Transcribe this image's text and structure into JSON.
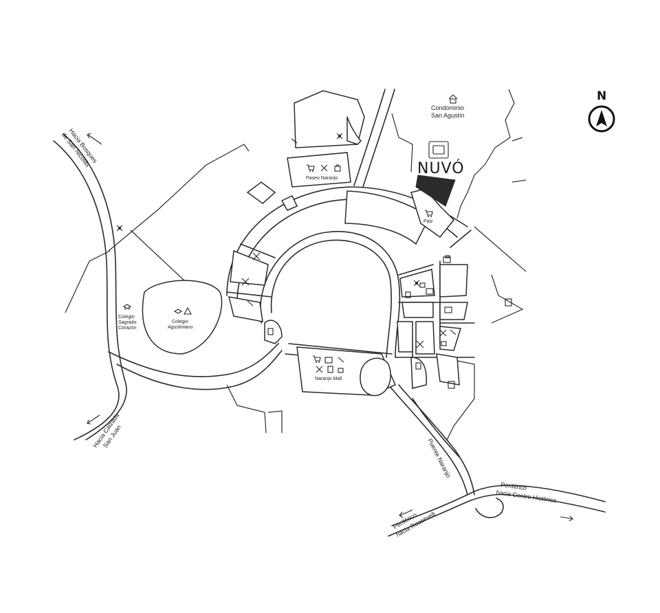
{
  "compass": {
    "label": "N"
  },
  "brand": {
    "name": "NUVÓ"
  },
  "places": {
    "condominio_line1": "Condominio",
    "condominio_line2": "San Agustín",
    "paseo_naranjo": "Paseo Naranjo",
    "paiz": "Paiz",
    "naranjo_mall": "Naranjo Mall",
    "colegio_sagrado_line1": "Colegio",
    "colegio_sagrado_line2": "Sagrado",
    "colegio_sagrado_line3": "Corazón",
    "colegio_agustiniano_line1": "Colegio",
    "colegio_agustiniano_line2": "Agustiniano"
  },
  "directions": {
    "bosques_line1": "Hacia Bosques",
    "bosques_line2": "de San Nicolás",
    "calzada_line1": "Hacia Calzada",
    "calzada_line2": "San Juan",
    "puente": "Puente Naranjo",
    "roosevelt_line1": "Periférico",
    "roosevelt_line2": "hacia Roosevelt",
    "centro_line1": "Periférico",
    "centro_line2": "hacia Centro Histórico"
  },
  "icons": [
    "cart-icon",
    "restaurant-icon",
    "shop-bag-icon",
    "gym-icon",
    "satellite-icon",
    "building-icon",
    "school-icon",
    "fuel-icon",
    "home-icon"
  ],
  "colors": {
    "ink": "#2a2a2a",
    "project": "#2b2b2b",
    "background": "#ffffff"
  }
}
